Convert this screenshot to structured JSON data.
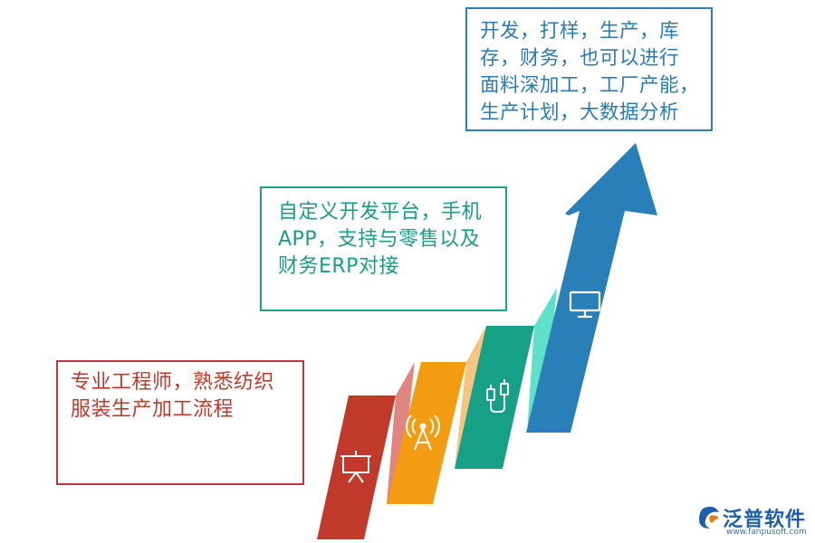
{
  "boxes": {
    "box1": {
      "text": "专业工程师，熟悉纺织\n服装生产加工流程",
      "border_color": "#b83a33"
    },
    "box2": {
      "text": "自定义开发平台，手机\nAPP，支持与零售以及\n财务ERP对接",
      "border_color": "#1aa38a"
    },
    "box3": {
      "text": "开发，打样，生产，库\n存，财务，也可以进行\n面料深加工，工厂产能，\n生产计划，大数据分析",
      "border_color": "#2a7fb6"
    }
  },
  "steps": [
    {
      "color": "#c0392b",
      "fold_color": "#e0857f",
      "icon": "presentation-board-icon"
    },
    {
      "color": "#f39c12",
      "fold_color": "#f7c580",
      "icon": "signal-tower-icon"
    },
    {
      "color": "#16a085",
      "fold_color": "#5fe0c8",
      "icon": "usb-cable-icon"
    },
    {
      "color": "#2980b9",
      "icon": "monitor-icon"
    }
  ],
  "logo": {
    "name": "泛普软件",
    "url": "www.fanpusoft.com",
    "icon": "fanpu-logo-icon"
  }
}
